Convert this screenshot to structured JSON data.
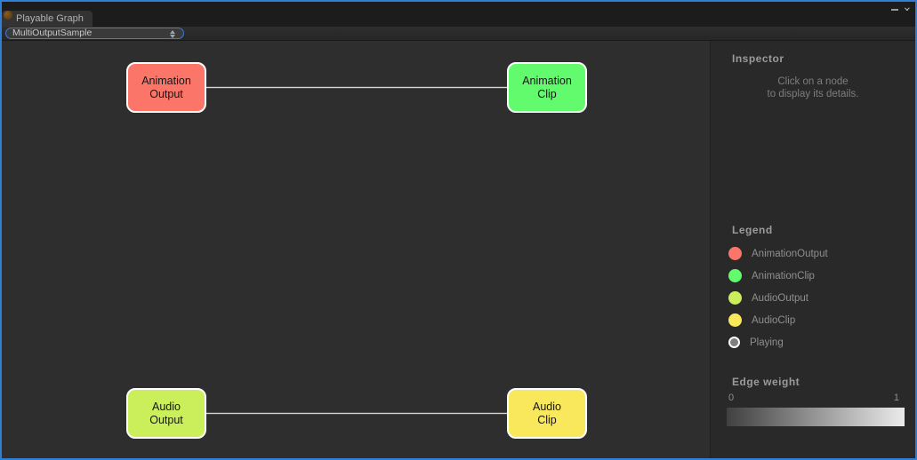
{
  "window": {
    "title_tab": "Playable Graph",
    "icons": {
      "window_icon": "brown-circle",
      "maximize_icon": "square-outline",
      "close_icon": "✕",
      "pane_menu_icon": "triangle-over-hamburger",
      "dropdown_stepper_icon": "up-down-triangles"
    }
  },
  "toolbar": {
    "graph_selector_value": "MultiOutputSample"
  },
  "graph": {
    "background": "#2e2e2e",
    "nodes": [
      {
        "line1": "Animation",
        "line2": "Output",
        "color": "#fb7569"
      },
      {
        "line1": "Animation",
        "line2": "Clip",
        "color": "#63fb6e"
      },
      {
        "line1": "Audio",
        "line2": "Output",
        "color": "#cbef5b"
      },
      {
        "line1": "Audio",
        "line2": "Clip",
        "color": "#f9e85c"
      }
    ],
    "edges": [
      {
        "from": "Animation Output",
        "to": "Animation Clip",
        "weight": 1
      },
      {
        "from": "Audio Output",
        "to": "Audio Clip",
        "weight": 1
      }
    ]
  },
  "inspector": {
    "title": "Inspector",
    "hint_line1": "Click on a node",
    "hint_line2": "to display its details."
  },
  "legend": {
    "title": "Legend",
    "items": [
      {
        "label": "AnimationOutput",
        "color": "#fb7569"
      },
      {
        "label": "AnimationClip",
        "color": "#63fb6e"
      },
      {
        "label": "AudioOutput",
        "color": "#cbef5b"
      },
      {
        "label": "AudioClip",
        "color": "#f9e85c"
      },
      {
        "label": "Playing",
        "color": "#7f7f7f"
      }
    ]
  },
  "edge_weight": {
    "title": "Edge weight",
    "min_label": "0",
    "max_label": "1",
    "gradient_from": "#404040",
    "gradient_to": "#ebebeb"
  }
}
